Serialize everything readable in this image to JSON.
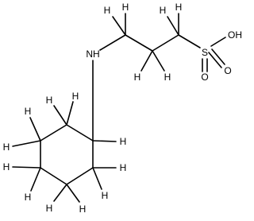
{
  "molecule": {
    "atoms": {
      "N": "N",
      "H": "H",
      "S": "S",
      "O": "O",
      "OH": "OH"
    },
    "colors": {
      "bond": "#000000",
      "label": "#000000",
      "background": "#ffffff"
    }
  }
}
